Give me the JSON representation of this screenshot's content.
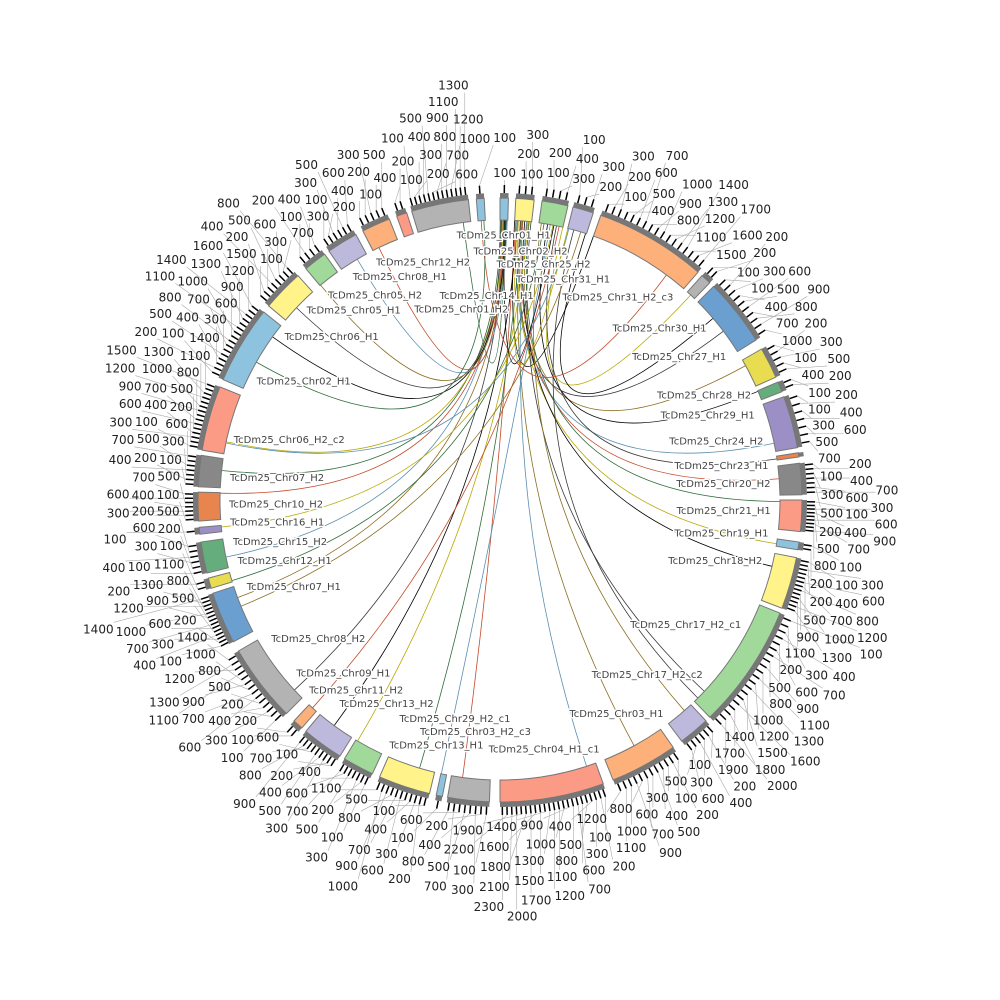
{
  "chart_data": {
    "type": "chord",
    "title": "",
    "segments": [
      {
        "label": "TcDm25_Chr01_H1",
        "start": 0,
        "end": 1.6,
        "color": "#8ec3e0",
        "ticks": [
          "100"
        ]
      },
      {
        "label": "TcDm25_Chr02_H2",
        "start": 3,
        "end": 6.5,
        "color": "#fff38a",
        "ticks": [
          "100",
          "200",
          "300"
        ]
      },
      {
        "label": "TcDm25_Chr25_H2",
        "start": 8,
        "end": 13,
        "color": "#a1d99b",
        "ticks": [
          "100",
          "200",
          "300",
          "400"
        ]
      },
      {
        "label": "TcDm25_Chr31_H1",
        "start": 14,
        "end": 18,
        "color": "#bcb9dc",
        "ticks": [
          "100",
          "200",
          "300"
        ]
      },
      {
        "label": "TcDm25_Chr31_H2_c3",
        "start": 19.5,
        "end": 41,
        "color": "#fdb07a",
        "ticks": [
          "100",
          "200",
          "300",
          "400",
          "500",
          "600",
          "700",
          "800",
          "900",
          "1000",
          "1100",
          "1200",
          "1300",
          "1400",
          "1500",
          "1600",
          "1700"
        ]
      },
      {
        "label": "TcDm25_Chr30_H1",
        "start": 42,
        "end": 44,
        "color": "#b3b3b3",
        "ticks": [
          "100",
          "200"
        ]
      },
      {
        "label": "TcDm25_Chr27_H1",
        "start": 45,
        "end": 58,
        "color": "#6a9fd0",
        "ticks": [
          "100",
          "200",
          "300",
          "400",
          "500",
          "600",
          "700",
          "800",
          "900",
          "1000"
        ]
      },
      {
        "label": "TcDm25_Chr28_H2",
        "start": 60,
        "end": 66,
        "color": "#e8dc50",
        "ticks": [
          "100",
          "200",
          "300",
          "400",
          "500"
        ]
      },
      {
        "label": "TcDm25_Chr29_H1",
        "start": 67,
        "end": 69,
        "color": "#66ad7d",
        "ticks": [
          "100",
          "200"
        ]
      },
      {
        "label": "TcDm25_Chr24_H2",
        "start": 70,
        "end": 80,
        "color": "#9b8fc6",
        "ticks": [
          "100",
          "200",
          "300",
          "400",
          "500",
          "600",
          "700"
        ]
      },
      {
        "label": "TcDm25_Chr23_H1",
        "start": 81,
        "end": 81.8,
        "color": "#e8854f",
        "ticks": []
      },
      {
        "label": "TcDm25_Chr20_H2",
        "start": 83,
        "end": 89,
        "color": "#888888",
        "ticks": [
          "100",
          "200",
          "300",
          "400",
          "500",
          "600",
          "700"
        ]
      },
      {
        "label": "TcDm25_Chr21_H1",
        "start": 90,
        "end": 96,
        "color": "#fb9a85",
        "ticks": [
          "100",
          "200",
          "300",
          "400",
          "500",
          "600",
          "700",
          "800",
          "900"
        ]
      },
      {
        "label": "TcDm25_Chr19_H1",
        "start": 98,
        "end": 99.5,
        "color": "#8ec3e0",
        "ticks": [
          "100",
          "200"
        ]
      },
      {
        "label": "TcDm25_Chr18_H2",
        "start": 101,
        "end": 111,
        "color": "#fff38a",
        "ticks": [
          "100",
          "200",
          "300",
          "400",
          "500",
          "600",
          "700",
          "800",
          "900",
          "1000",
          "1100",
          "1200",
          "1300"
        ]
      },
      {
        "label": "TcDm25_Chr17_H2_c1",
        "start": 112,
        "end": 136,
        "color": "#a1d99b",
        "ticks": [
          "100",
          "200",
          "300",
          "400",
          "500",
          "600",
          "700",
          "800",
          "900",
          "1000",
          "1100",
          "1200",
          "1300",
          "1400",
          "1500",
          "1600",
          "1700",
          "1800",
          "1900",
          "2000"
        ]
      },
      {
        "label": "TcDm25_Chr17_H2_c2",
        "start": 137,
        "end": 143,
        "color": "#bcb9dc",
        "ticks": [
          "100",
          "200",
          "300",
          "400",
          "500",
          "600"
        ]
      },
      {
        "label": "TcDm25_Chr03_H1",
        "start": 145,
        "end": 158,
        "color": "#fdb07a",
        "ticks": [
          "100",
          "200",
          "300",
          "400",
          "500",
          "600",
          "700",
          "800",
          "900",
          "1000",
          "1100",
          "1200"
        ]
      },
      {
        "label": "TcDm25_Chr04_H1_c1",
        "start": 160,
        "end": 180,
        "color": "#fb9a85",
        "ticks": [
          "100",
          "200",
          "300",
          "400",
          "500",
          "600",
          "700",
          "800",
          "900",
          "1000",
          "1100",
          "1200",
          "1300",
          "1400",
          "1500",
          "1600",
          "1700",
          "1800",
          "1900",
          "2000",
          "2100",
          "2200",
          "2300"
        ]
      },
      {
        "label": "TcDm25_Chr03_H2_c3",
        "start": 182,
        "end": 190,
        "color": "#b3b3b3",
        "ticks": [
          "100",
          "200",
          "300",
          "400",
          "500",
          "600",
          "700",
          "800"
        ]
      },
      {
        "label": "TcDm25_Chr29_H2_c1",
        "start": 191,
        "end": 192.2,
        "color": "#8ec3e0",
        "ticks": [
          "100"
        ]
      },
      {
        "label": "TcDm25_Chr13_H1",
        "start": 193.5,
        "end": 203.5,
        "color": "#fff38a",
        "ticks": [
          "100",
          "200",
          "300",
          "400",
          "500",
          "600",
          "700",
          "800",
          "900",
          "1000",
          "1100"
        ]
      },
      {
        "label": "TcDm25_Chr13_H2",
        "start": 205,
        "end": 211,
        "color": "#a1d99b",
        "ticks": [
          "100",
          "200",
          "300",
          "400",
          "500",
          "600",
          "700"
        ]
      },
      {
        "label": "TcDm25_Chr11_H2",
        "start": 212,
        "end": 220,
        "color": "#bcb9dc",
        "ticks": [
          "100",
          "200",
          "300",
          "400",
          "500",
          "600",
          "700",
          "800",
          "900"
        ]
      },
      {
        "label": "TcDm25_Chr09_H1",
        "start": 221,
        "end": 223,
        "color": "#fdb07a",
        "ticks": [
          "100",
          "200"
        ]
      },
      {
        "label": "TcDm25_Chr08_H2",
        "start": 225,
        "end": 240,
        "color": "#b3b3b3",
        "ticks": [
          "100",
          "200",
          "300",
          "400",
          "500",
          "600",
          "700",
          "800",
          "900",
          "1000",
          "1100",
          "1200",
          "1300",
          "1400"
        ]
      },
      {
        "label": "TcDm25_Chr07_H1",
        "start": 242,
        "end": 252,
        "color": "#6a9fd0",
        "ticks": [
          "100",
          "200",
          "300",
          "400",
          "500",
          "600",
          "700",
          "800",
          "900",
          "1000",
          "1100",
          "1200",
          "1300",
          "1400"
        ]
      },
      {
        "label": "TcDm25_Chr12_H1",
        "start": 253,
        "end": 255,
        "color": "#e8dc50",
        "ticks": [
          "100",
          "200"
        ]
      },
      {
        "label": "TcDm25_Chr15_H2",
        "start": 256,
        "end": 262,
        "color": "#66ad7d",
        "ticks": [
          "100",
          "200",
          "300",
          "400",
          "500",
          "600"
        ]
      },
      {
        "label": "TcDm25_Chr16_H1",
        "start": 263.5,
        "end": 264.8,
        "color": "#9b8fc6",
        "ticks": [
          "100"
        ]
      },
      {
        "label": "TcDm25_Chr10_H2",
        "start": 266,
        "end": 271.5,
        "color": "#e8854f",
        "ticks": [
          "100",
          "200",
          "300",
          "400",
          "500",
          "600",
          "700"
        ]
      },
      {
        "label": "TcDm25_Chr07_H2",
        "start": 272.5,
        "end": 278.5,
        "color": "#888888",
        "ticks": [
          "100",
          "200",
          "300",
          "400",
          "500",
          "600",
          "700"
        ]
      },
      {
        "label": "TcDm25_Chr06_H2_c2",
        "start": 279.5,
        "end": 292,
        "color": "#fb9a85",
        "ticks": [
          "100",
          "200",
          "300",
          "400",
          "500",
          "600",
          "700",
          "800",
          "900",
          "1000",
          "1100",
          "1200",
          "1300",
          "1400",
          "1500"
        ]
      },
      {
        "label": "TcDm25_Chr02_H1",
        "start": 293.5,
        "end": 308.5,
        "color": "#8ec3e0",
        "ticks": [
          "100",
          "200",
          "300",
          "400",
          "500",
          "600",
          "700",
          "800",
          "900",
          "1000",
          "1100",
          "1200",
          "1300",
          "1400",
          "1500",
          "1600"
        ]
      },
      {
        "label": "TcDm25_Chr06_H1",
        "start": 310,
        "end": 318,
        "color": "#fff38a",
        "ticks": [
          "100",
          "200",
          "300",
          "400",
          "500",
          "600",
          "700",
          "800"
        ]
      },
      {
        "label": "TcDm25_Chr05_H1",
        "start": 320,
        "end": 324.5,
        "color": "#a1d99b",
        "ticks": [
          "100",
          "200",
          "300",
          "400"
        ]
      },
      {
        "label": "TcDm25_Chr05_H2",
        "start": 325.5,
        "end": 331.5,
        "color": "#bcb9dc",
        "ticks": [
          "100",
          "200",
          "300",
          "400",
          "500",
          "600"
        ]
      },
      {
        "label": "TcDm25_Chr08_H1",
        "start": 333,
        "end": 338.5,
        "color": "#fdb07a",
        "ticks": [
          "100",
          "200",
          "300",
          "400",
          "500"
        ]
      },
      {
        "label": "TcDm25_Chr12_H2",
        "start": 340,
        "end": 342,
        "color": "#fb9a85",
        "ticks": [
          "100",
          "200"
        ]
      },
      {
        "label": "TcDm25_Chr01_H2",
        "start": 343,
        "end": 354,
        "color": "#b3b3b3",
        "ticks": [
          "100",
          "200",
          "300",
          "400",
          "500",
          "600",
          "700",
          "800",
          "900",
          "1000",
          "1100",
          "1200",
          "1300"
        ]
      },
      {
        "label": "TcDm25_Chr14_H1",
        "start": 355.5,
        "end": 357,
        "color": "#8ec3e0",
        "ticks": [
          "100"
        ]
      }
    ],
    "links": [
      {
        "from": 1,
        "to": 4
      },
      {
        "from": 1,
        "to": 6
      },
      {
        "from": 1,
        "to": 7
      },
      {
        "from": 1,
        "to": 9
      },
      {
        "from": 1,
        "to": 11
      },
      {
        "from": 1,
        "to": 12
      },
      {
        "from": 1,
        "to": 13
      },
      {
        "from": 1,
        "to": 14
      },
      {
        "from": 1,
        "to": 15
      },
      {
        "from": 1,
        "to": 17
      },
      {
        "from": 1,
        "to": 18
      },
      {
        "from": 1,
        "to": 19
      },
      {
        "from": 1,
        "to": 21
      },
      {
        "from": 1,
        "to": 22
      },
      {
        "from": 1,
        "to": 23
      },
      {
        "from": 0,
        "to": 25
      },
      {
        "from": 0,
        "to": 26
      },
      {
        "from": 0,
        "to": 28
      },
      {
        "from": 0,
        "to": 30
      },
      {
        "from": 0,
        "to": 31
      },
      {
        "from": 0,
        "to": 32
      },
      {
        "from": 0,
        "to": 33
      },
      {
        "from": 0,
        "to": 34
      },
      {
        "from": 0,
        "to": 35
      },
      {
        "from": 0,
        "to": 36
      },
      {
        "from": 0,
        "to": 37
      },
      {
        "from": 0,
        "to": 39
      },
      {
        "from": 2,
        "to": 5
      },
      {
        "from": 2,
        "to": 8
      },
      {
        "from": 2,
        "to": 10
      },
      {
        "from": 2,
        "to": 16
      },
      {
        "from": 2,
        "to": 20
      },
      {
        "from": 2,
        "to": 24
      },
      {
        "from": 2,
        "to": 27
      },
      {
        "from": 2,
        "to": 29
      },
      {
        "from": 3,
        "to": 6
      },
      {
        "from": 3,
        "to": 15
      },
      {
        "from": 3,
        "to": 26
      },
      {
        "from": 3,
        "to": 32
      },
      {
        "from": 40,
        "to": 4
      },
      {
        "from": 40,
        "to": 33
      },
      {
        "from": 1,
        "to": 3
      },
      {
        "from": 0,
        "to": 2
      }
    ],
    "link_colors": [
      "#000000",
      "#3a3a3a",
      "#8a6d1d",
      "#5b8fb0",
      "#c44a2a",
      "#2f6b3a",
      "#b8a800"
    ]
  }
}
